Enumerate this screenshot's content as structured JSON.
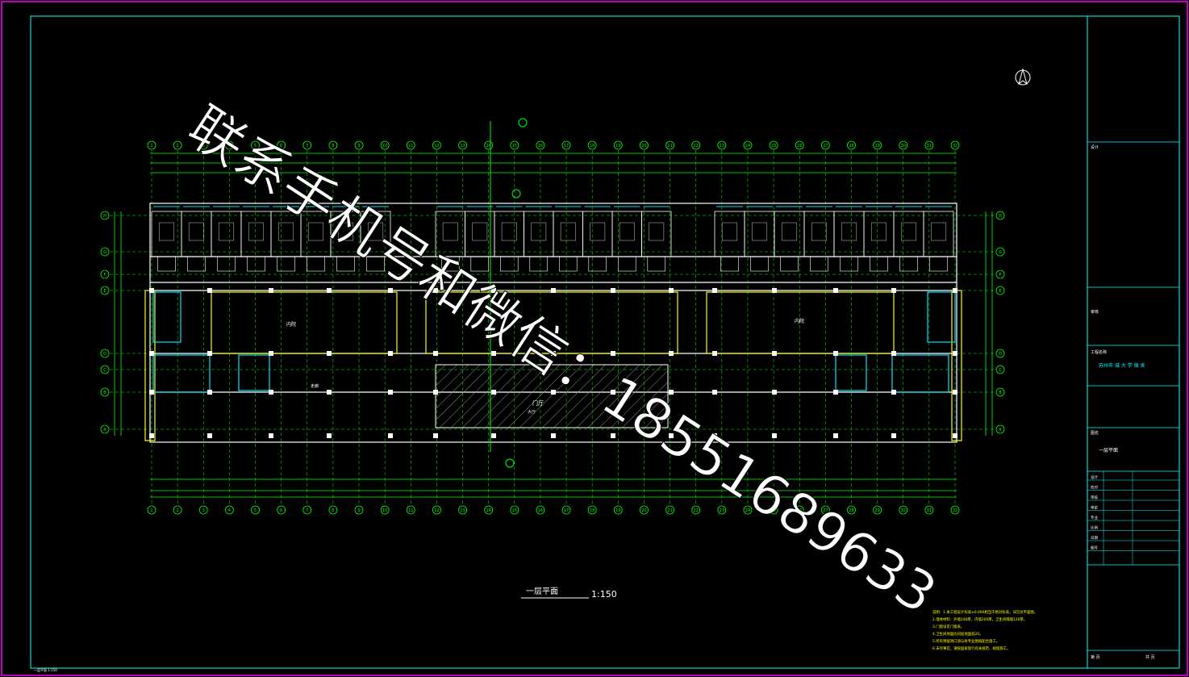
{
  "drawing": {
    "view_title": "一层平面",
    "scale": "1:150",
    "hall_label": "门厅",
    "hall_sublabel": "大厅",
    "courtyard_left": "内院",
    "courtyard_right": "内院",
    "corridor_label": "走廊",
    "axis_labels_row": [
      "1",
      "2",
      "3",
      "4",
      "5",
      "6",
      "7",
      "8",
      "9",
      "10",
      "11",
      "12",
      "13",
      "14",
      "15",
      "16",
      "17",
      "18",
      "19",
      "20",
      "21",
      "22",
      "23",
      "24",
      "25",
      "26",
      "27",
      "28",
      "29",
      "30",
      "31",
      "32"
    ],
    "axis_labels_col": [
      "H",
      "G",
      "F",
      "E",
      "D",
      "C",
      "B",
      "A"
    ],
    "north_symbol": "N"
  },
  "title_block": {
    "project_label": "工程名称",
    "project_name": "苏州市 城 大 学 宿 舍",
    "drawing_label": "图名",
    "drawing_name": "一层平面",
    "designer_label": "设计",
    "checker_label": "审核",
    "rows": [
      "设计",
      "校对",
      "审核",
      "审定",
      "专业",
      "比例",
      "日期",
      "图号"
    ],
    "footer_left": "第  页",
    "footer_right": "共  页"
  },
  "notes": {
    "lines": [
      "说明：1.本工程设计标高±0.000相当于绝对标高，详见总平面图。",
      "2.墙体材料：外墙240厚，内墙200厚，卫生间隔墙120厚。",
      "3.门窗详见门窗表。",
      "4.卫生间地面比同层地面低20。",
      "5.所有预留洞口须与各专业图纸配合施工。",
      "6.未尽事宜，请按国家现行有关规范、规程施工。"
    ]
  },
  "watermark": {
    "text": "联系手机号和微信：18551689633"
  },
  "footer_tag": "一层平面 1:150",
  "colors": {
    "frame": "#00ffff",
    "walls": "#ffffff",
    "axis": "#00ff00",
    "yellow": "#ffff00",
    "cyan": "#00e5ff",
    "sheet_border": "#c000c0"
  }
}
